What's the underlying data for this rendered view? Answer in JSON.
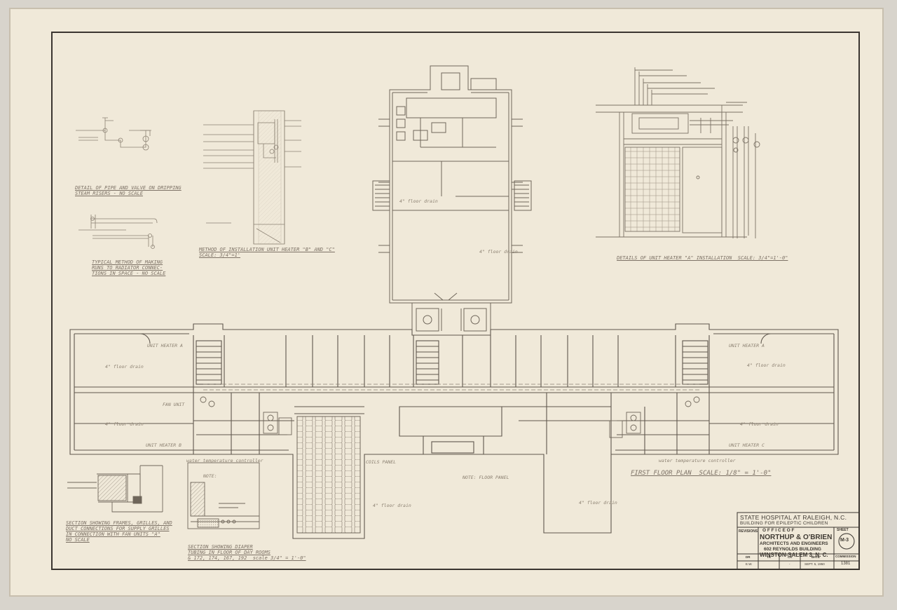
{
  "title_block": {
    "project_line1": "STATE HOSPITAL AT RALEIGH, N.C.",
    "project_line2": "BUILDING FOR EPILEPTIC CHILDREN",
    "revisions_label": "REVISIONS",
    "office_of": "O F F I C E   O F",
    "firm_name": "NORTHUP & O'BRIEN",
    "firm_type": "ARCHITECTS AND ENGINEERS",
    "address": "602 REYNOLDS BUILDING",
    "city": "WINSTON-SALEM 3, N. C.",
    "sheet_label": "SHEET",
    "sheet_number": "M-3",
    "commission_label": "COMMISSION",
    "commission_number": "1381",
    "dr_label": "DR",
    "tr_label": "TR",
    "ck_label": "CK",
    "date_label": "DATE",
    "dr_value": "E.W.",
    "ck_value": "-",
    "date_value": "SEPT. 5, 1950"
  },
  "drawing_titles": {
    "detail_a": "DETAIL OF PIPE AND VALVE ON DRIPPING\nSTEAM RISERS - NO SCALE",
    "detail_b": "TYPICAL METHOD OF MAKING\nRUNS TO RADIATOR CONNEC-\nTIONS IN SPACE - NO SCALE",
    "method_install": "METHOD OF INSTALLATION UNIT HEATER \"B\" AND \"C\"\nSCALE: 3/4\"=1'",
    "detail_unit_heater": "DETAILS OF UNIT HEATER \"A\" INSTALLATION  SCALE: 3/4\"=1'-0\"",
    "first_floor_plan": "FIRST FLOOR PLAN  SCALE: 1/8\" = 1'-0\"",
    "section_grilles": "SECTION SHOWING FRAMES, GRILLES, AND\nDUCT CONNECTIONS FOR SUPPLY GRILLES\nIN CONNECTION WITH FAN UNITS \"A\"\nNO SCALE",
    "section_diaper": "SECTION SHOWING DIAPER\nTUBING IN FLOOR OF DAY ROOMS\n& 172, 174, 167, 192  scale 3/4\" = 1'-0\""
  },
  "annotations": {
    "unit_heater_a": "UNIT HEATER A",
    "unit_heater_b": "UNIT HEATER B",
    "unit_heater_c": "UNIT HEATER C",
    "floor_drain": "4\" floor drain",
    "coil_panel": "COILS PANEL",
    "note": "NOTE:",
    "water_temp": "water temperature controller",
    "fan_unit": "FAN UNIT",
    "first_floor_plan_note": "NOTE: FLOOR PANEL"
  }
}
